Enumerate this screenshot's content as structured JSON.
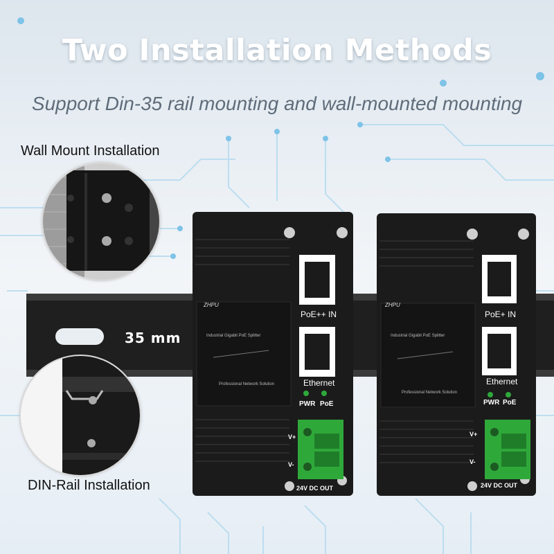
{
  "header": {
    "title": "Two Installation Methods",
    "subtitle": "Support Din-35 rail mounting and wall-mounted mounting"
  },
  "labels": {
    "wall_mount": "Wall Mount Installation",
    "din_rail": "DIN-Rail Installation",
    "rail_width": "35 mm"
  },
  "devices": [
    {
      "brand": "ZHPU",
      "product_line": "Industrial Gigabit PoE Splitter",
      "tagline": "Professional Network Solution",
      "port_in_label": "PoE++ IN",
      "port_out_label": "Ethernet",
      "led_labels": [
        "PWR",
        "PoE"
      ],
      "terminal_plus": "V+",
      "terminal_minus": "V-",
      "output_label": "24V DC OUT"
    },
    {
      "brand": "ZHPU",
      "product_line": "Industrial Gigabit PoE Splitter",
      "tagline": "Professional Network Solution",
      "port_in_label": "PoE+ IN",
      "port_out_label": "Ethernet",
      "led_labels": [
        "PWR",
        "PoE"
      ],
      "terminal_plus": "V+",
      "terminal_minus": "V-",
      "output_label": "24V DC OUT"
    }
  ],
  "colors": {
    "device_body": "#1b1b1b",
    "terminal_green": "#2fa83a",
    "rail": "#2a2a2a",
    "circuit": "#9fd0ec"
  }
}
